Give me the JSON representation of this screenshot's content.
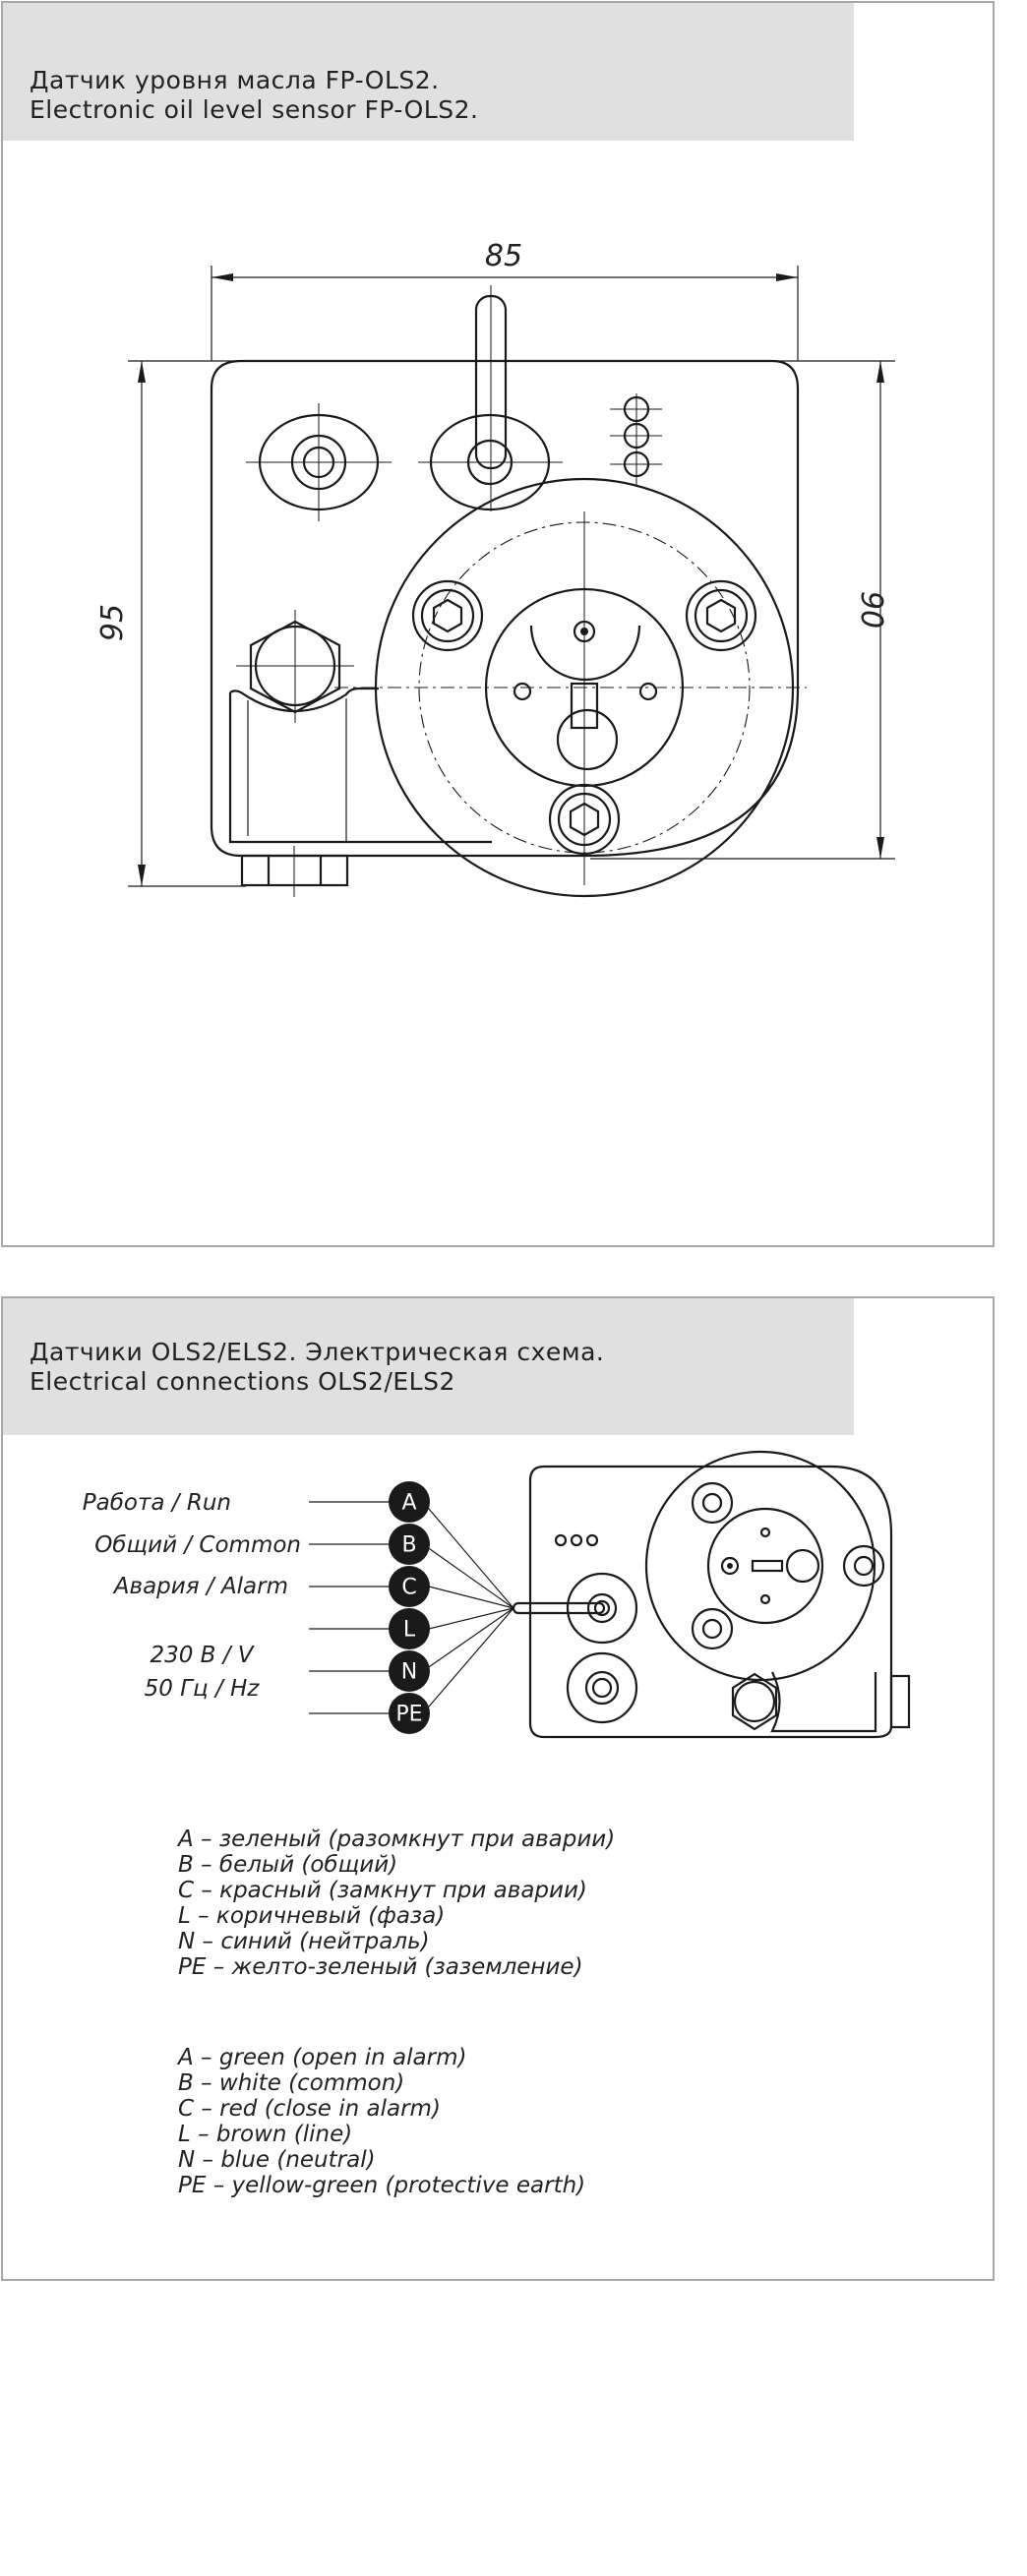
{
  "panel1": {
    "title_ru": "Датчик уровня масла FP-OLS2.",
    "title_en": "Electronic oil level sensor FP-OLS2.",
    "dim_width": "85",
    "dim_height_left": "95",
    "dim_height_right": "90"
  },
  "panel2": {
    "title_ru": "Датчики OLS2/ELS2. Электрическая схема.",
    "title_en": "Electrical connections OLS2/ELS2",
    "labels": {
      "run": "Работа / Run",
      "common": "Общий / Common",
      "alarm": "Авария / Alarm",
      "voltage": "230 В / V",
      "frequency": "50 Гц / Hz"
    },
    "pins": [
      "A",
      "B",
      "C",
      "L",
      "N",
      "PE"
    ],
    "legend_ru": [
      "A – зеленый (разомкнут при аварии)",
      "B – белый (общий)",
      "C – красный (замкнут при аварии)",
      "L – коричневый (фаза)",
      "N – синий (нейтраль)",
      "PE – желто-зеленый (заземление)"
    ],
    "legend_en": [
      "A – green (open in alarm)",
      "B – white (common)",
      "C – red (close in alarm)",
      "L – brown (line)",
      "N – blue (neutral)",
      "PE – yellow-green (protective earth)"
    ]
  },
  "colors": {
    "header_bg": "#e0e0e0",
    "border": "#a8a8a8",
    "pin_fill": "#1a1a1a"
  }
}
